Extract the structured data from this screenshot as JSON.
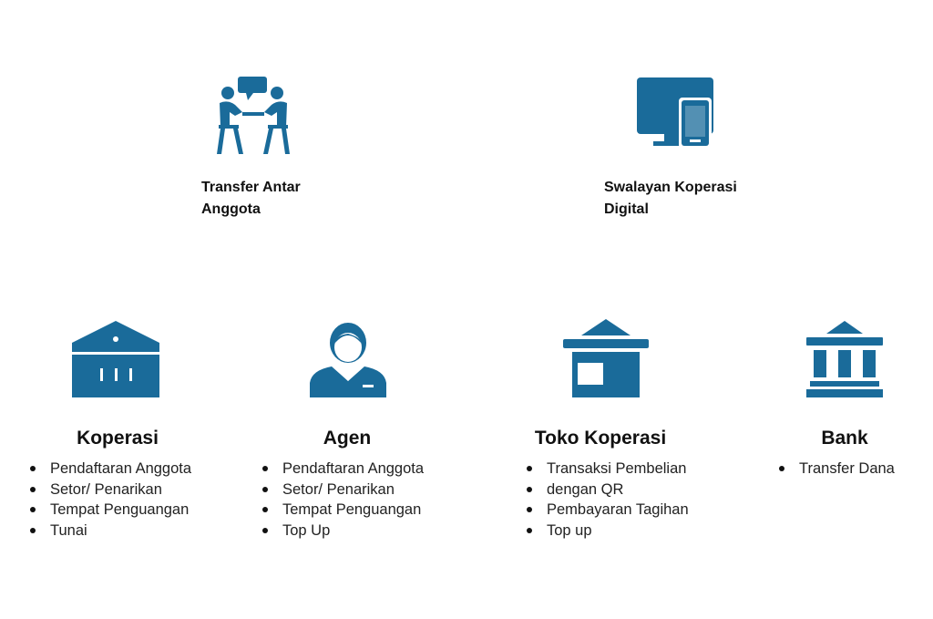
{
  "colors": {
    "icon": "#1a6b9a"
  },
  "top_items": [
    {
      "icon": "meeting-icon",
      "label_line1": "Transfer Antar",
      "label_line2": "Anggota"
    },
    {
      "icon": "devices-icon",
      "label_line1": "Swalayan Koperasi",
      "label_line2": "Digital"
    }
  ],
  "columns": [
    {
      "icon": "cooperative-building-icon",
      "title": "Koperasi",
      "items": [
        "Pendaftaran Anggota",
        "Setor/ Penarikan",
        "Tempat Penguangan",
        "Tunai"
      ]
    },
    {
      "icon": "agent-person-icon",
      "title": "Agen",
      "items": [
        "Pendaftaran Anggota",
        "Setor/ Penarikan",
        "Tempat Penguangan",
        "Top Up"
      ]
    },
    {
      "icon": "shop-icon",
      "title": "Toko Koperasi",
      "items": [
        "Transaksi Pembelian",
        "dengan QR",
        "Pembayaran Tagihan",
        "Top up"
      ]
    },
    {
      "icon": "bank-icon",
      "title": "Bank",
      "items": [
        "Transfer Dana"
      ]
    }
  ]
}
